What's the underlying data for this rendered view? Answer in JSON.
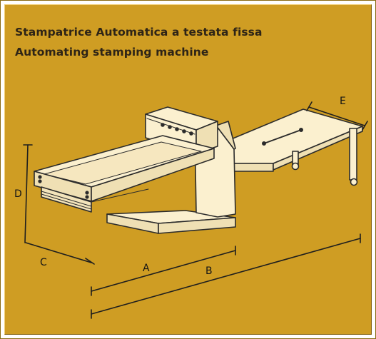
{
  "title_it": "Stampatrice Automatica a testata fissa",
  "title_en": "Automating stamping machine",
  "dimension_labels": {
    "a": "A",
    "b": "B",
    "c": "C",
    "d": "D",
    "e": "E"
  },
  "colors": {
    "panel": "#cf9d23",
    "machine_body": "#fbf0cf",
    "ink": "#2b2b2b",
    "frame": "#ffffff"
  }
}
